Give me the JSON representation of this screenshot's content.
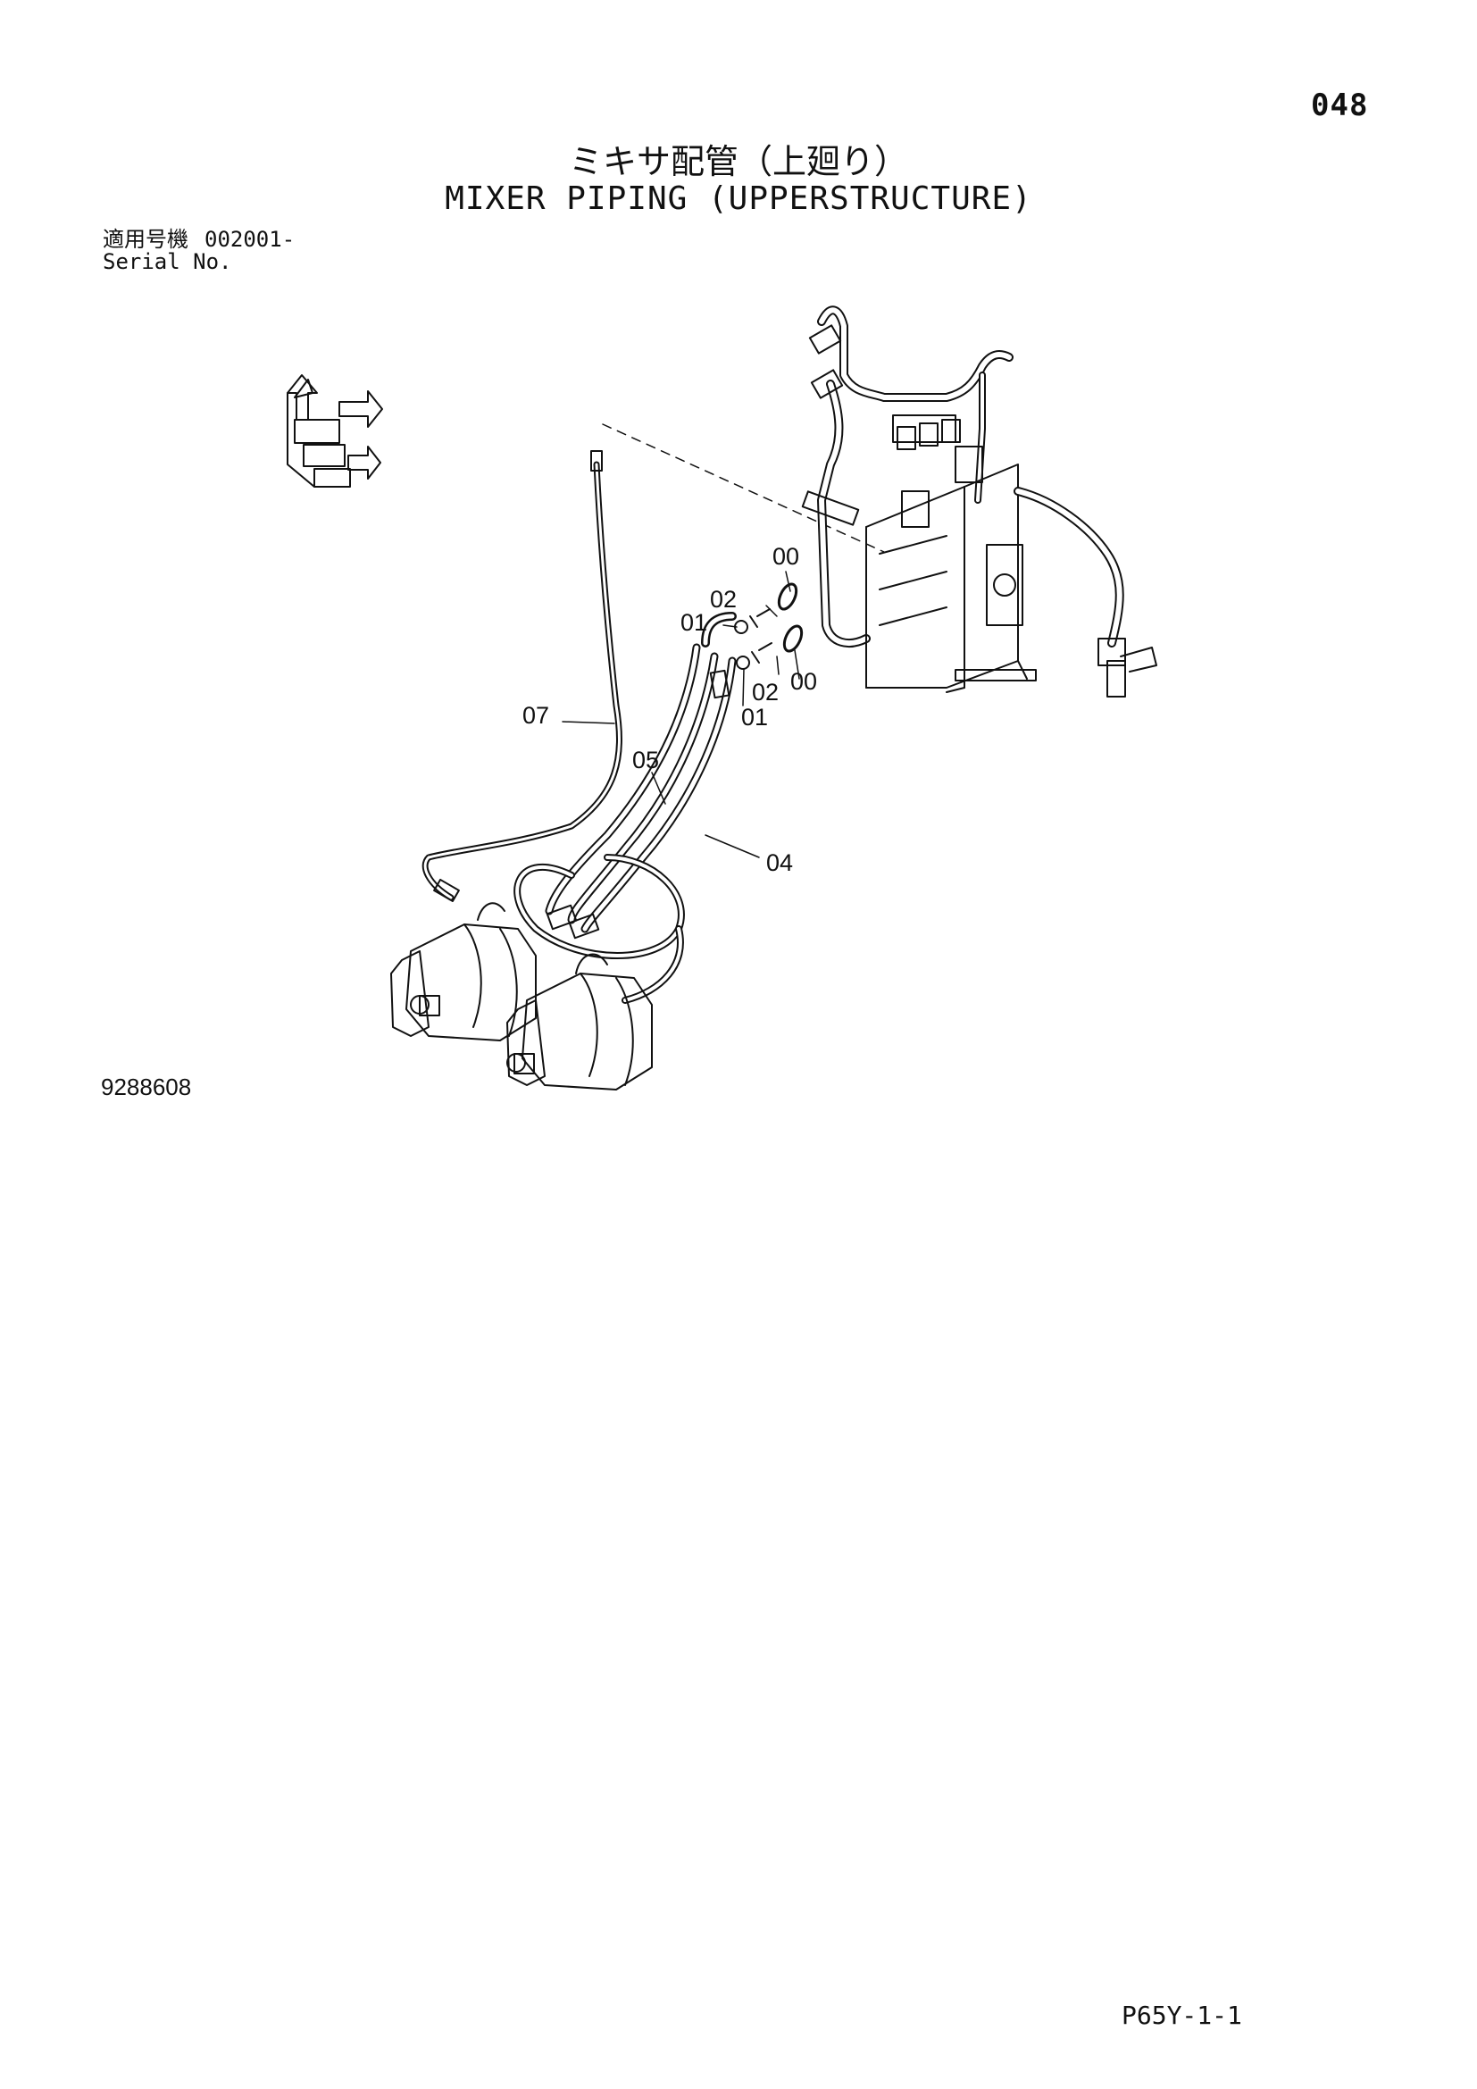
{
  "page_number": "048",
  "title_jp": "ミキサ配管（上廻り）",
  "title_en": "MIXER PIPING (UPPERSTRUCTURE)",
  "serial": {
    "label_jp": "適用号機",
    "value": "002001-",
    "label_en": "Serial No."
  },
  "callouts": {
    "c00a": "00",
    "c02a": "02",
    "c01a": "01",
    "c02b": "02",
    "c00b": "00",
    "c01b": "01",
    "c07": "07",
    "c05": "05",
    "c04": "04"
  },
  "drawing_id": "9288608",
  "page_code": "P65Y-1-1"
}
